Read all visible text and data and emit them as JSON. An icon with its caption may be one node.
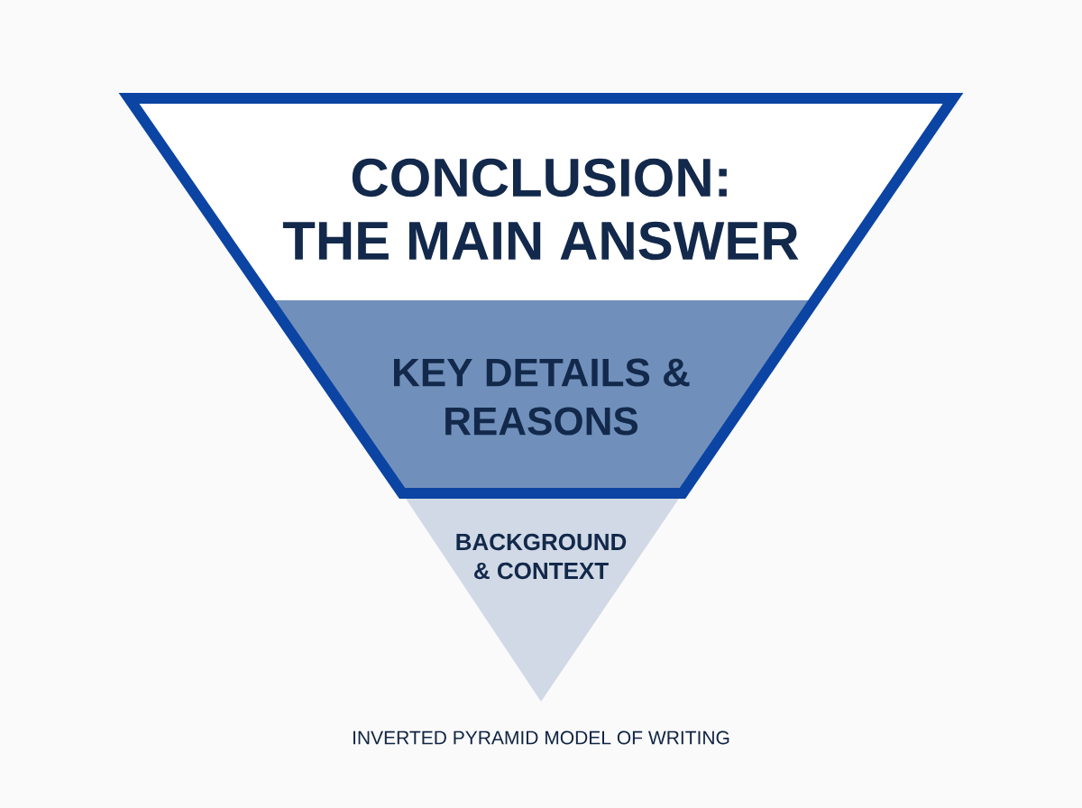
{
  "diagram": {
    "caption": "INVERTED PYRAMID MODEL OF WRITING",
    "nodes": [
      {
        "text": [
          "CONCLUSION: THE MAIN ANSWER"
        ]
      },
      {
        "text": [
          "KEY DETAILS & REASONS"
        ]
      },
      {
        "text": [
          "BACKGROUND & CONTEXT"
        ]
      }
    ]
  }
}
